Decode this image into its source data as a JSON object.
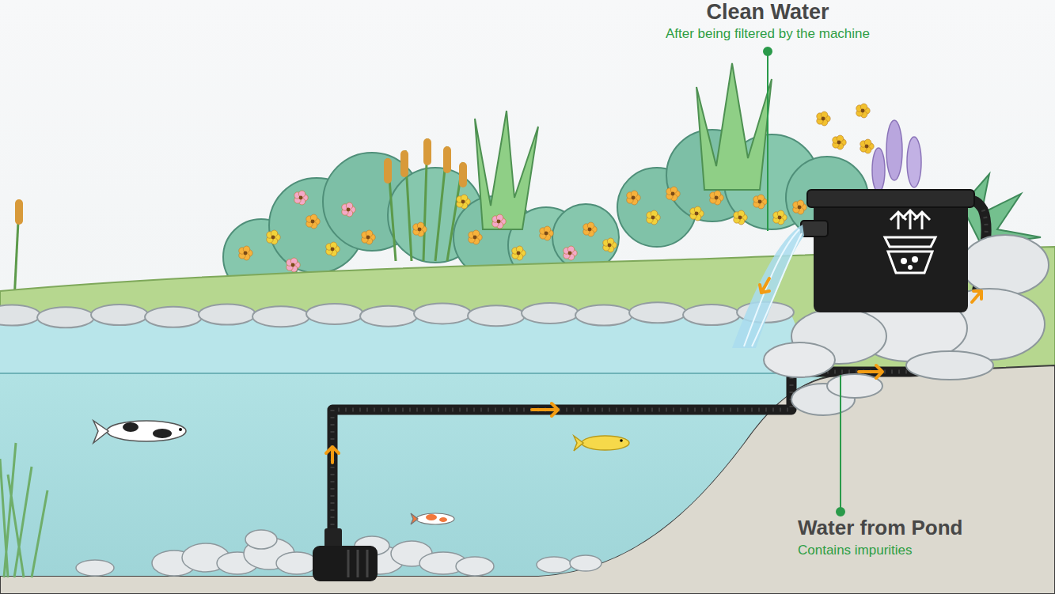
{
  "diagram": {
    "labels": [
      "Clean Water",
      "After being filtered by the machine",
      "Water from Pond",
      "Contains impurities"
    ]
  }
}
